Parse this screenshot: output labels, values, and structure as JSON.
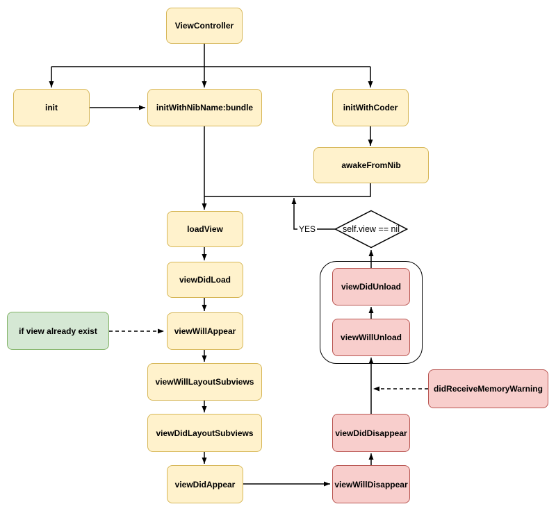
{
  "diagram": {
    "type": "flowchart",
    "subject": "UIViewController lifecycle",
    "colors": {
      "warm_fill": "#FFF2CC",
      "warm_border": "#D6B656",
      "green_fill": "#D5E8D4",
      "green_border": "#82B366",
      "red_fill": "#F8CECC",
      "red_border": "#B85450",
      "line": "#000000"
    },
    "nodes": {
      "view_controller": "ViewController",
      "init": "init",
      "init_with_nib_name": "initWithNibName:bundle",
      "init_with_coder": "initWithCoder",
      "awake_from_nib": "awakeFromNib",
      "load_view": "loadView",
      "view_did_load": "viewDidLoad",
      "view_will_appear": "viewWillAppear",
      "if_view_already_exist": "if view already exist",
      "view_will_layout_subviews": "viewWillLayoutSubviews",
      "view_did_layout_subviews": "viewDidLayoutSubviews",
      "view_did_appear": "viewDidAppear",
      "view_will_disappear": "viewWillDisappear",
      "view_did_disappear": "viewDidDisappear",
      "view_did_unload": "viewDidUnload",
      "view_will_unload": "viewWillUnload",
      "did_receive_memory_warning": "didReceiveMemoryWarning",
      "self_view_nil_condition": "self.view == nil"
    },
    "edge_labels": {
      "yes": "YES"
    }
  }
}
